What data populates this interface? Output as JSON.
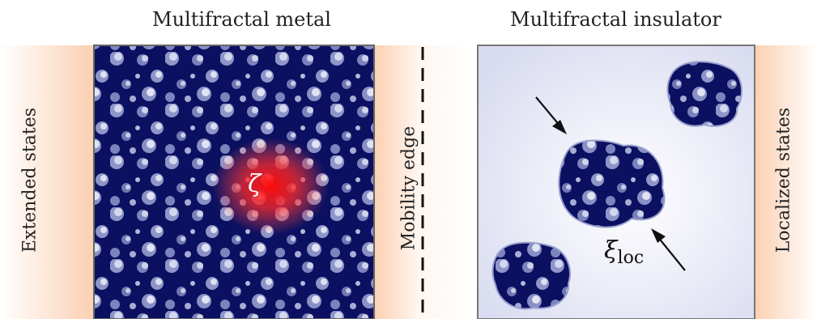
{
  "titles": {
    "metal": "Multifractal metal",
    "insulator": "Multifractal insulator"
  },
  "labels": {
    "extended": "Extended states",
    "mobility_edge": "Mobility edge",
    "localized": "Localized states"
  },
  "symbols": {
    "zeta": "ζ",
    "xi_base": "ξ",
    "xi_sub": "loc"
  },
  "colors": {
    "fractal_dark": "#0b1060",
    "fractal_light": "#c9cde6",
    "band": "#fbd0b2",
    "hotspot": "#ff1010"
  }
}
